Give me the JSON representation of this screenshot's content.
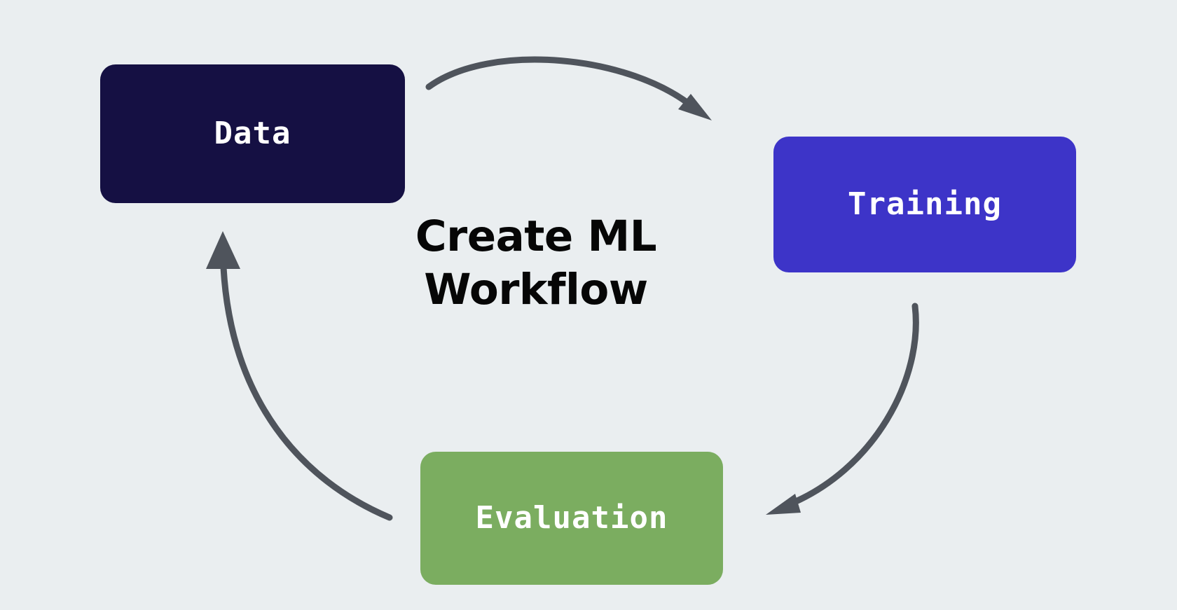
{
  "diagram": {
    "title_line1": "Create ML",
    "title_line2": "Workflow",
    "background_color": "#eaeef0",
    "title_color": "#060606",
    "arrow_color": "#4f545c",
    "nodes": [
      {
        "id": "data",
        "label": "Data",
        "color": "#151043",
        "text_color": "#ffffff"
      },
      {
        "id": "training",
        "label": "Training",
        "color": "#3d34c8",
        "text_color": "#ffffff"
      },
      {
        "id": "evaluation",
        "label": "Evaluation",
        "color": "#7bad60",
        "text_color": "#ffffff"
      }
    ],
    "edges": [
      {
        "id": "data-to-training",
        "from": "data",
        "to": "training",
        "icon": "curved-arrow-icon"
      },
      {
        "id": "training-to-evaluation",
        "from": "training",
        "to": "evaluation",
        "icon": "curved-arrow-icon"
      },
      {
        "id": "evaluation-to-data",
        "from": "evaluation",
        "to": "data",
        "icon": "curved-arrow-icon"
      }
    ]
  }
}
